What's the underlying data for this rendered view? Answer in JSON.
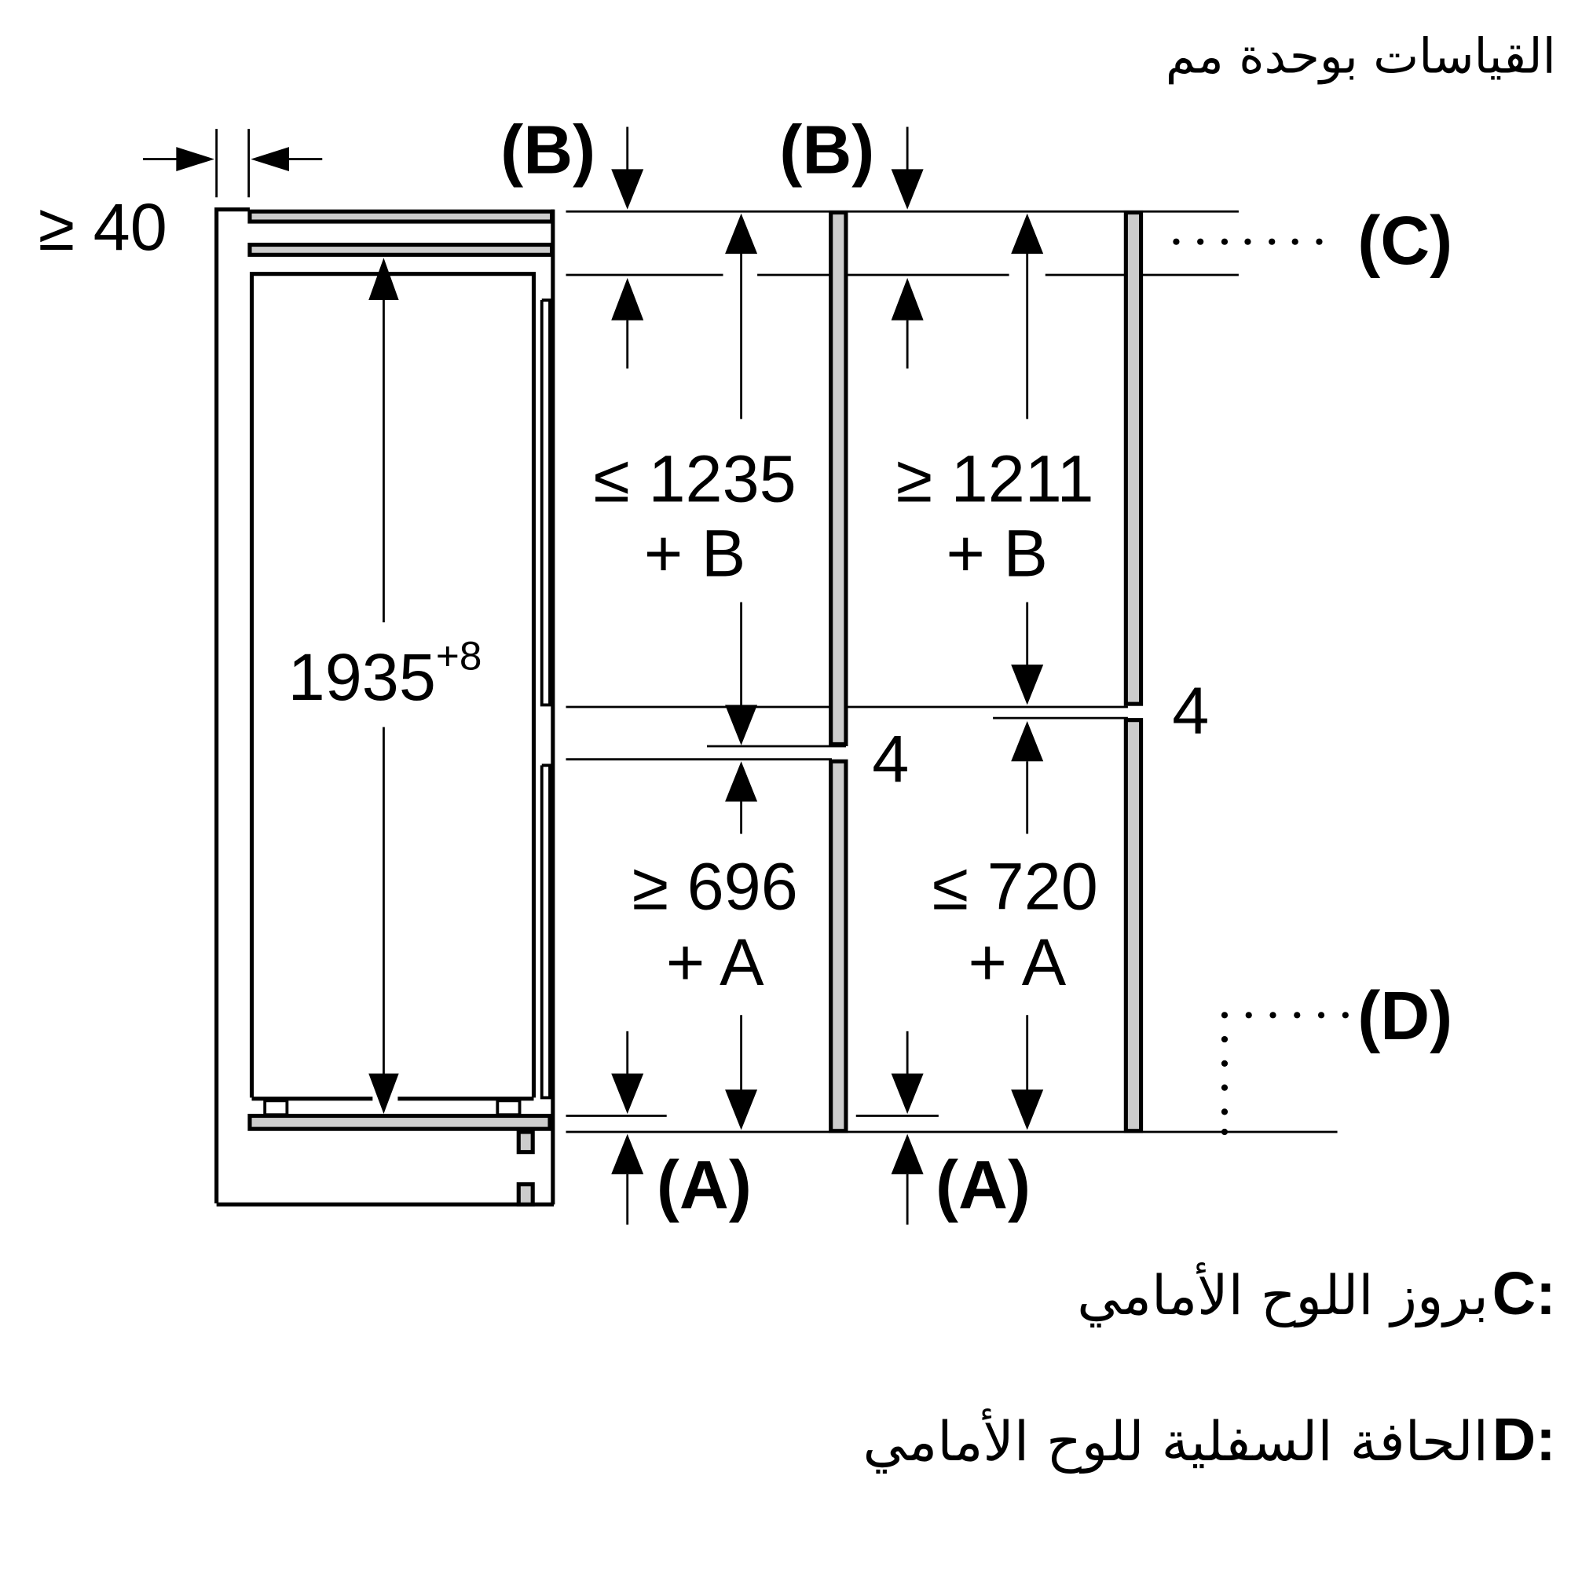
{
  "header": {
    "units_note": "القياسات بوحدة مم"
  },
  "dimensions": {
    "side_gap": "≥ 40",
    "appliance_height": "1935",
    "appliance_height_tolerance": "+8",
    "left_upper_value": "≤ 1235",
    "left_upper_suffix": "+ B",
    "right_upper_value": "≥ 1211",
    "right_upper_suffix": "+ B",
    "left_lower_value": "≥ 696",
    "left_lower_suffix": "+ A",
    "right_lower_value": "≤ 720",
    "right_lower_suffix": "+ A",
    "left_gap": "4",
    "right_gap": "4"
  },
  "markers": {
    "b_left": "(B)",
    "b_right": "(B)",
    "a_left": "(A)",
    "a_right": "(A)",
    "c": "(C)",
    "d": "(D)"
  },
  "legend": {
    "items": [
      {
        "key": "C:",
        "text": "بروز اللوح الأمامي"
      },
      {
        "key": "D:",
        "text": "الحافة السفلية للوح الأمامي"
      }
    ]
  },
  "colors": {
    "line": "#000000",
    "panel_fill": "#cccccc",
    "background": "#ffffff"
  }
}
